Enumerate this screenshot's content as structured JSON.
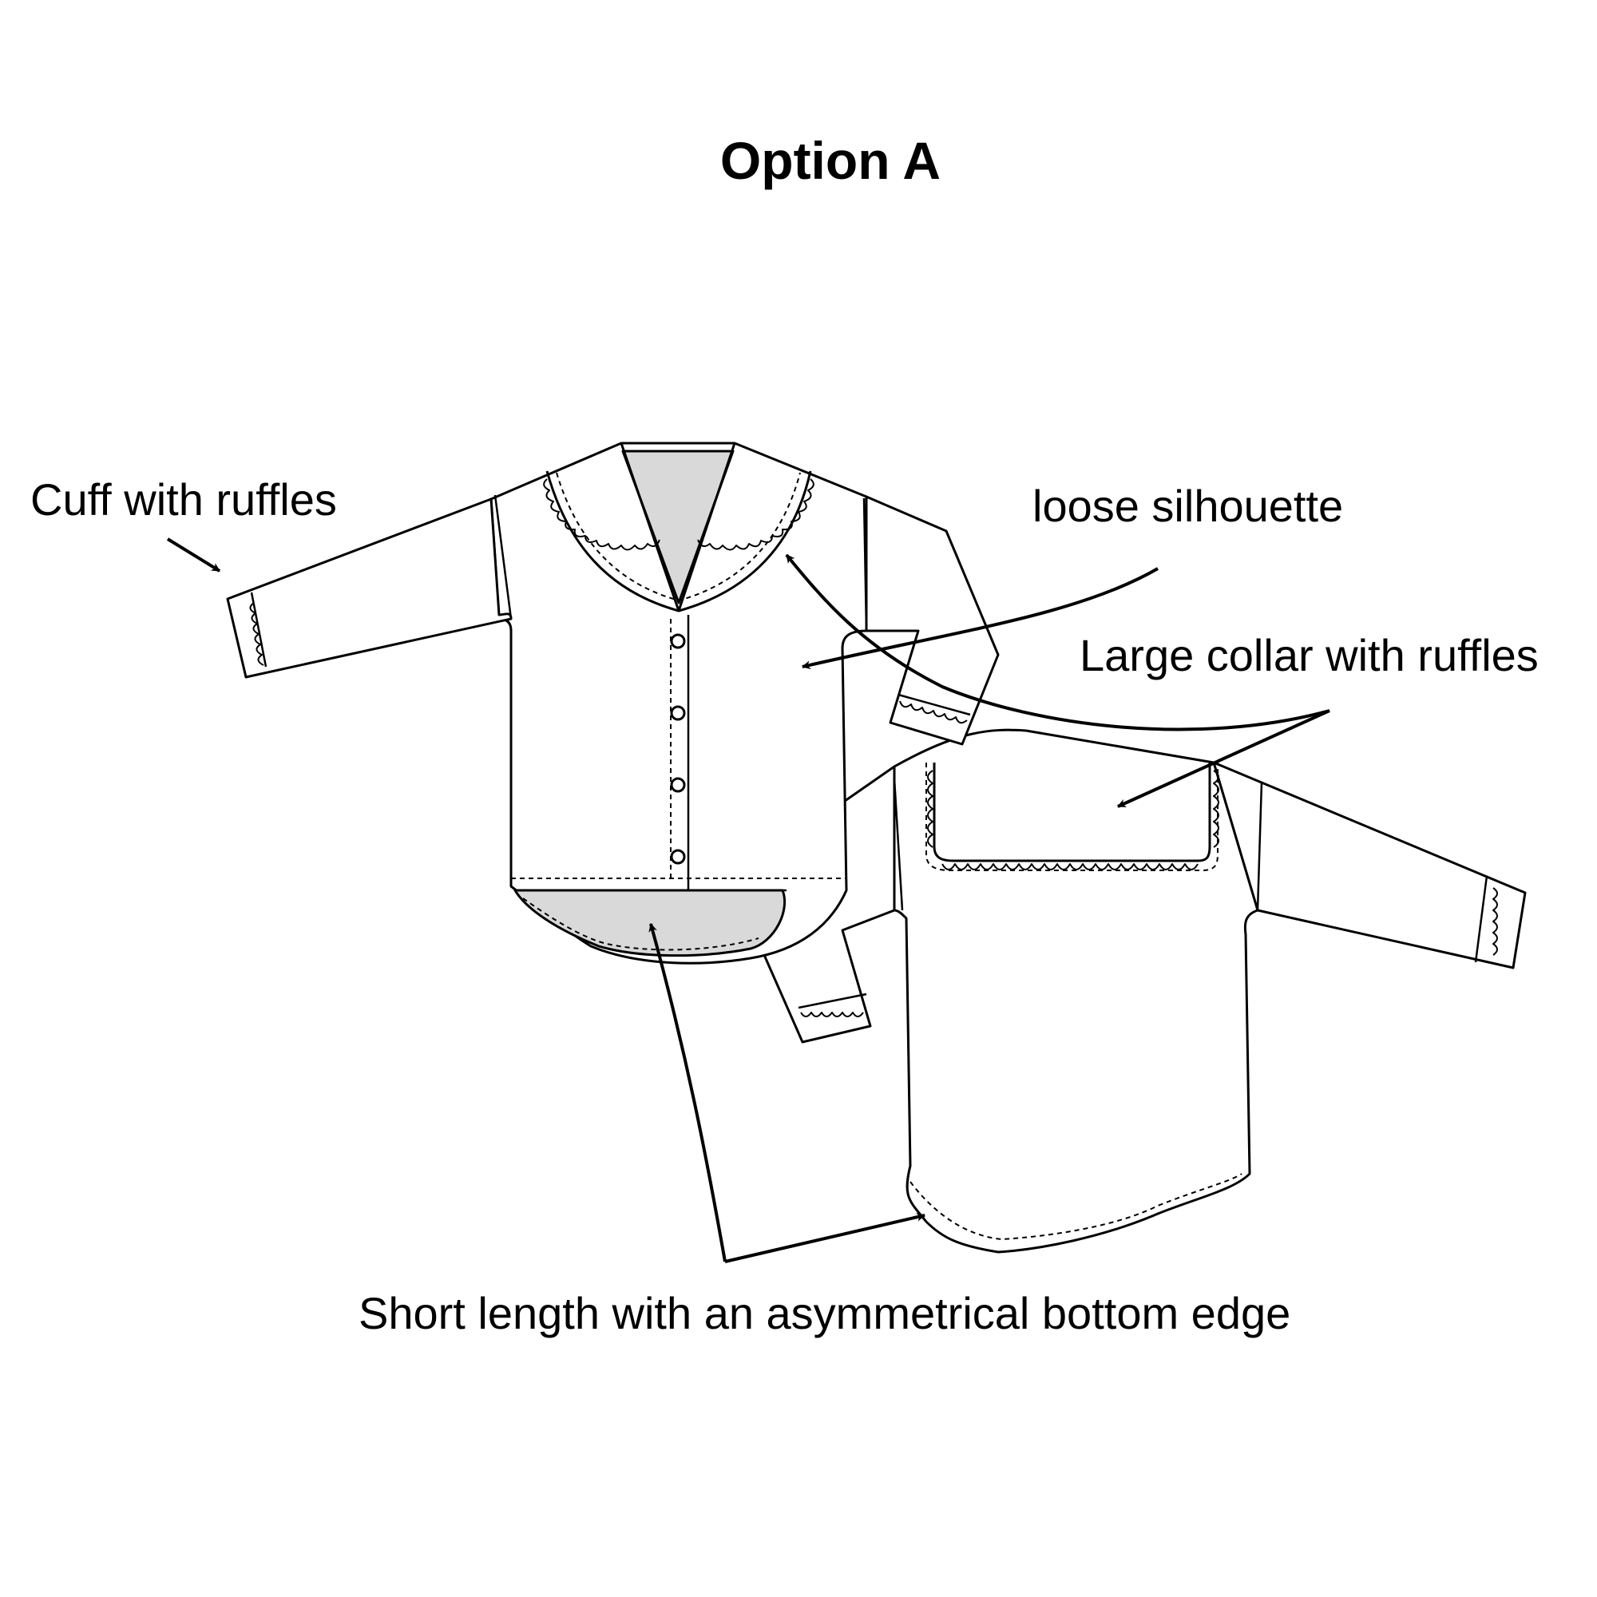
{
  "title": "Option A",
  "labels": {
    "cuff": "Cuff with ruffles",
    "loose": "loose silhouette",
    "collar": "Large collar with ruffles",
    "short": "Short length with an asymmetrical bottom edge"
  },
  "colors": {
    "line": "#000000",
    "fill": "#ffffff",
    "shade": "#d9d9d9"
  }
}
